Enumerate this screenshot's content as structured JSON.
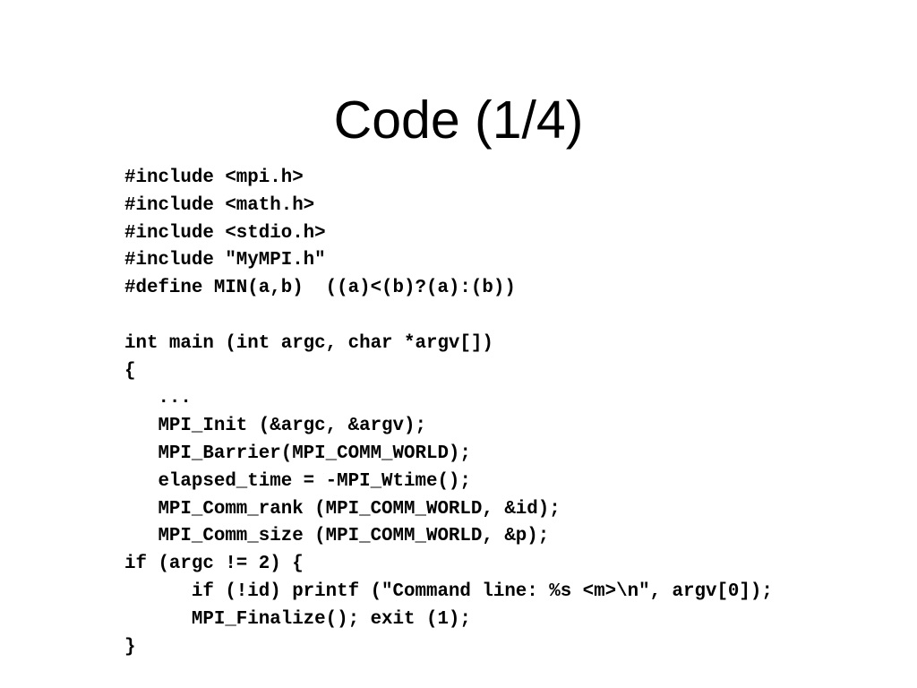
{
  "slide": {
    "title": "Code (1/4)",
    "code_lines": [
      "#include <mpi.h>",
      "#include <math.h>",
      "#include <stdio.h>",
      "#include \"MyMPI.h\"",
      "#define MIN(a,b)  ((a)<(b)?(a):(b))",
      "",
      "int main (int argc, char *argv[])",
      "{",
      "   ...",
      "   MPI_Init (&argc, &argv);",
      "   MPI_Barrier(MPI_COMM_WORLD);",
      "   elapsed_time = -MPI_Wtime();",
      "   MPI_Comm_rank (MPI_COMM_WORLD, &id);",
      "   MPI_Comm_size (MPI_COMM_WORLD, &p);",
      "if (argc != 2) {",
      "      if (!id) printf (\"Command line: %s <m>\\n\", argv[0]);",
      "      MPI_Finalize(); exit (1);",
      "}"
    ]
  }
}
